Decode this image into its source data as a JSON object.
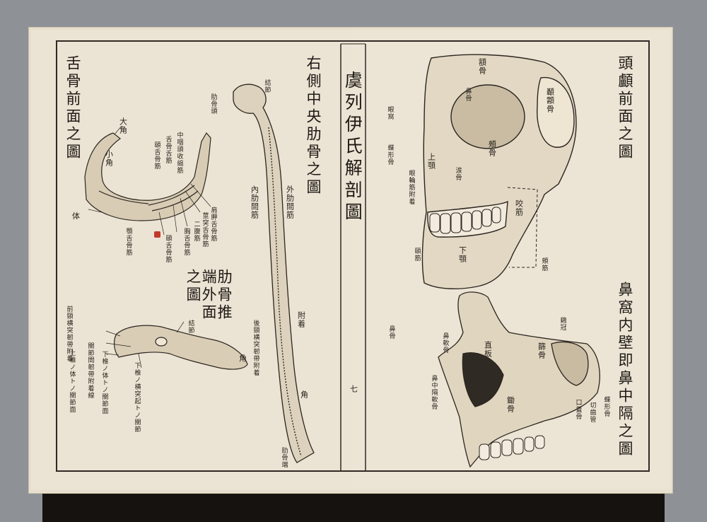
{
  "book": {
    "title": "虞列伊氏解剖圖",
    "page_number": "七"
  },
  "left_page": {
    "hyoid": {
      "title": "舌骨前面之圖",
      "labels": {
        "large_horn": "大角",
        "small_horn": "小角",
        "body": "体",
        "middle_pharynx_m": "中咽頭收縮筋",
        "hyoglossus": "舌骨舌筋",
        "genio_m": "頤舌骨筋",
        "omohyoid": "肩胛舌骨筋",
        "stylohyoid": "莖突舌骨筋",
        "digastric": "二腹筋",
        "sternohyoid": "胸舌骨筋",
        "geniohyoid": "頤舌骨筋",
        "mylohyoid": "顎舌骨筋"
      }
    },
    "rib": {
      "title": "右側中央肋骨之圖",
      "labels": {
        "head": "肋骨頭",
        "tubercle": "結節",
        "internal_intercostal": "內肋間筋",
        "external_intercostal": "外肋間筋",
        "attachment": "附着",
        "angle": "角",
        "costal_end": "肋骨端"
      }
    },
    "rib_end": {
      "title": "肋骨推端外面之圖",
      "labels": {
        "neck_lig": "前頸横突韌帶附着",
        "tubercle": "結節",
        "angle": "角",
        "upper_vertebra": "上椎ノ体トノ關節面",
        "lower_vertebra": "下椎ノ体トノ關節面",
        "interarticular": "關節間韌帶附着線",
        "transverse": "下椎ノ横突起トノ關節",
        "post_lig": "後頸横突韌帶附着"
      }
    }
  },
  "right_page": {
    "skull": {
      "title": "頭顱前面之圖",
      "labels": {
        "temporal": "顳顬骨",
        "frontal": "額骨",
        "upper_jaw": "上顎",
        "nasal": "鼻骨",
        "lacrimal": "涙骨",
        "cheek": "頰骨",
        "mandible": "下顎",
        "masseter": "咬筋",
        "mentalis": "頤筋",
        "orbit": "眼窩",
        "sphenoid": "蝶形骨",
        "orbicularis": "眼輪筋附着",
        "buccinator": "頰筋"
      }
    },
    "nasal": {
      "title": "鼻窩内壁即鼻中隔之圖",
      "labels": {
        "perpendicular": "直板",
        "ethmoid": "篩骨",
        "vomer": "鋤骨",
        "septal": "鼻中隔軟骨",
        "palatine": "口蓋骨",
        "nasal_bone": "鼻骨",
        "crest": "鷄冠",
        "cartilage": "鼻軟骨",
        "incisive": "切齒管",
        "sphenoid": "蝶形骨"
      }
    }
  },
  "colors": {
    "paper": "#ebe3d3",
    "ink": "#2a241e",
    "stamp": "#c13a2c",
    "background": "#8e9297"
  }
}
